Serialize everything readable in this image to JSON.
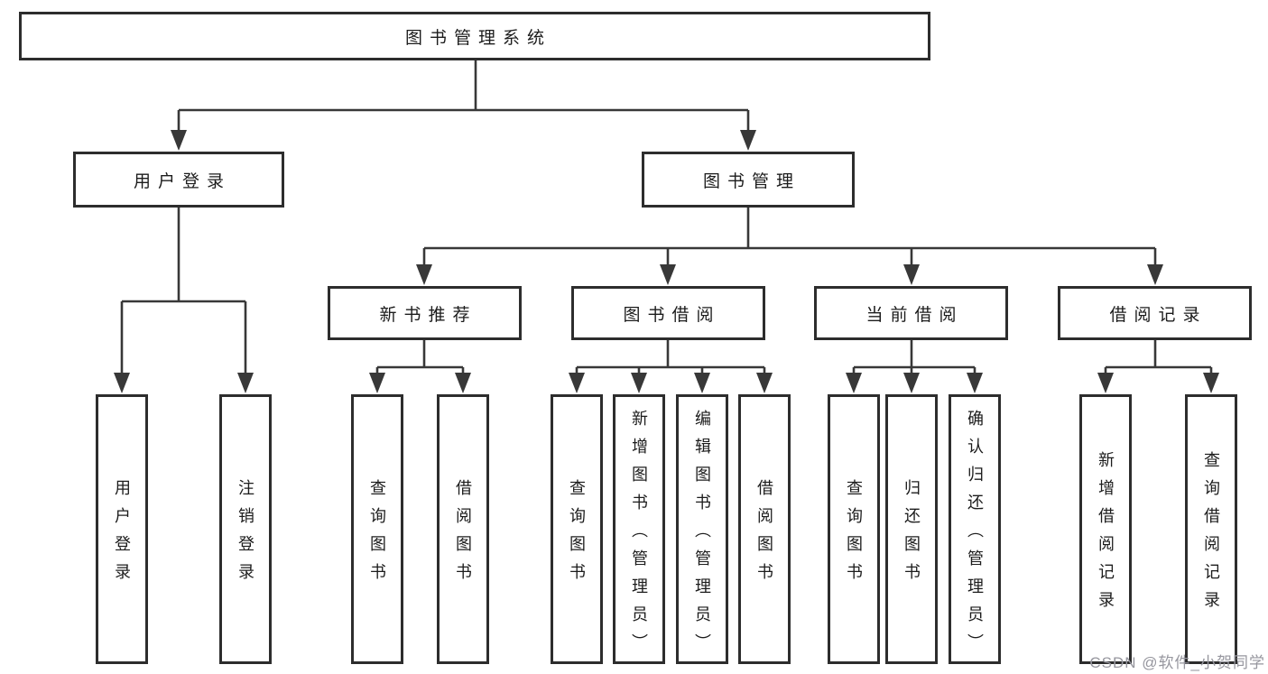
{
  "tree": {
    "label": "图书管理系统",
    "children": [
      {
        "label": "用户登录",
        "children": [
          {
            "label": "用户登录"
          },
          {
            "label": "注销登录"
          }
        ]
      },
      {
        "label": "图书管理",
        "children": [
          {
            "label": "新书推荐",
            "children": [
              {
                "label": "查询图书"
              },
              {
                "label": "借阅图书"
              }
            ]
          },
          {
            "label": "图书借阅",
            "children": [
              {
                "label": "查询图书"
              },
              {
                "label": "新增图书（管理员）"
              },
              {
                "label": "编辑图书（管理员）"
              },
              {
                "label": "借阅图书"
              }
            ]
          },
          {
            "label": "当前借阅",
            "children": [
              {
                "label": "查询图书"
              },
              {
                "label": "归还图书"
              },
              {
                "label": "确认归还（管理员）"
              }
            ]
          },
          {
            "label": "借阅记录",
            "children": [
              {
                "label": "新增借阅记录"
              },
              {
                "label": "查询借阅记录"
              }
            ]
          }
        ]
      }
    ]
  },
  "watermark": {
    "text": "CSDN @软件_小贺同学",
    "color": "#96969e"
  },
  "colors": {
    "line": "#383838",
    "box_border": "#2d2d2d",
    "box_background": "#ffffff",
    "text": "#1c1c1c",
    "page_background": "#ffffff"
  }
}
